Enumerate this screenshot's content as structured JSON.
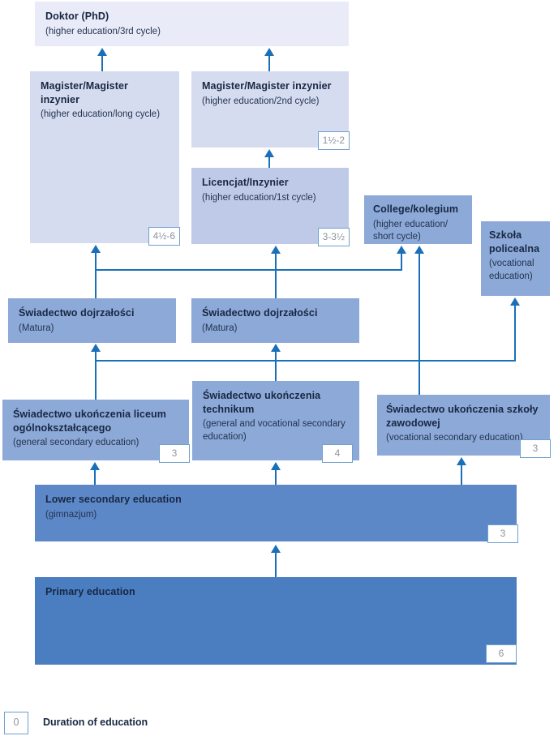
{
  "boxes": {
    "doktor": {
      "title": "Doktor (PhD)",
      "subtitle": "(higher education/3rd cycle)"
    },
    "magister_long": {
      "title": "Magister/Magister inzynier",
      "subtitle": "(higher education/long cycle)",
      "duration": "4½-6"
    },
    "magister_2nd": {
      "title": "Magister/Magister inzynier",
      "subtitle": "(higher education/2nd cycle)",
      "duration": "1½-2"
    },
    "licencjat": {
      "title": "Licencjat/Inzynier",
      "subtitle": "(higher education/1st cycle)",
      "duration": "3-3½"
    },
    "college": {
      "title": "College/kolegium",
      "subtitle_line1": "(higher education/",
      "subtitle_line2": "short cycle)"
    },
    "policealna": {
      "title": "Szkoła policealna",
      "subtitle": "(vocational education)"
    },
    "matura_left": {
      "title": "Świadectwo dojrzałości",
      "subtitle": "(Matura)"
    },
    "matura_right": {
      "title": "Świadectwo dojrzałości",
      "subtitle": "(Matura)"
    },
    "liceum": {
      "title": "Świadectwo ukończenia liceum ogólnokształcącego",
      "subtitle": "(general secondary education)",
      "duration": "3"
    },
    "technikum": {
      "title": "Świadectwo ukończenia technikum",
      "subtitle": "(general and vocational secondary education)",
      "duration": "4"
    },
    "zawodowa": {
      "title": "Świadectwo ukończenia szkoły zawodowej",
      "subtitle": "(vocational secondary education)",
      "duration": "3"
    },
    "lower_secondary": {
      "title": "Lower secondary education",
      "subtitle": "(gimnazjum)",
      "duration": "3"
    },
    "primary": {
      "title": "Primary education",
      "duration": "6"
    }
  },
  "legend": {
    "badge": "0",
    "label": "Duration of education"
  },
  "palette": {
    "doktor_bg": "#e9ecf8",
    "magister_bg": "#d6dcf0",
    "licencjat_bg": "#bfcae9",
    "mid_level_bg": "#8da9d8",
    "lower_secondary_bg": "#5d88c8",
    "primary_bg": "#4b7dc1",
    "arrow": "#1a70b8",
    "badge_border": "#6fa0cd",
    "badge_text": "#8d939e",
    "title_text": "#172742"
  }
}
